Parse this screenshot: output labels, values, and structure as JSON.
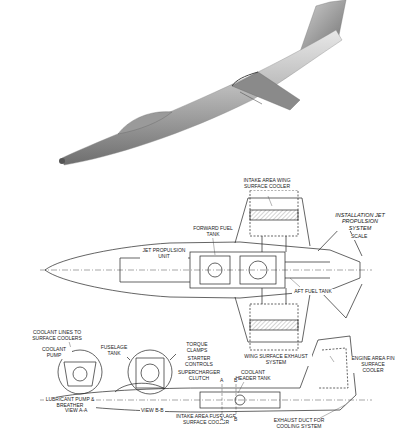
{
  "diagram": {
    "title": "INSTALLATION JET PROPULSION SYSTEM",
    "labels": [
      "SCALE",
      "INTAKE AREA WING SURFACE COOLER",
      "FORWARD FUEL TANK",
      "JET PROPULSION UNIT",
      "AFT FUEL TANK",
      "WING SURFACE EXHAUST SYSTEM",
      "COOLANT LINES TO SURFACE COOLERS",
      "COOLANT PUMP",
      "FUSELAGE TANK",
      "LUBRICANT PUMP & BREATHER",
      "VIEW A-A",
      "STARTER CONTROLS",
      "TORQUE CLAMPS",
      "SUPERCHARGER CLUTCH",
      "VIEW B-B",
      "COOLANT HEADER TANK",
      "ENGINE AREA FIN SURFACE COOLER",
      "INTAKE AREA FUSELAGE SURFACE COOLER",
      "EXHAUST DUCT FOR COOLING SYSTEM",
      "A",
      "A",
      "B",
      "B"
    ]
  }
}
